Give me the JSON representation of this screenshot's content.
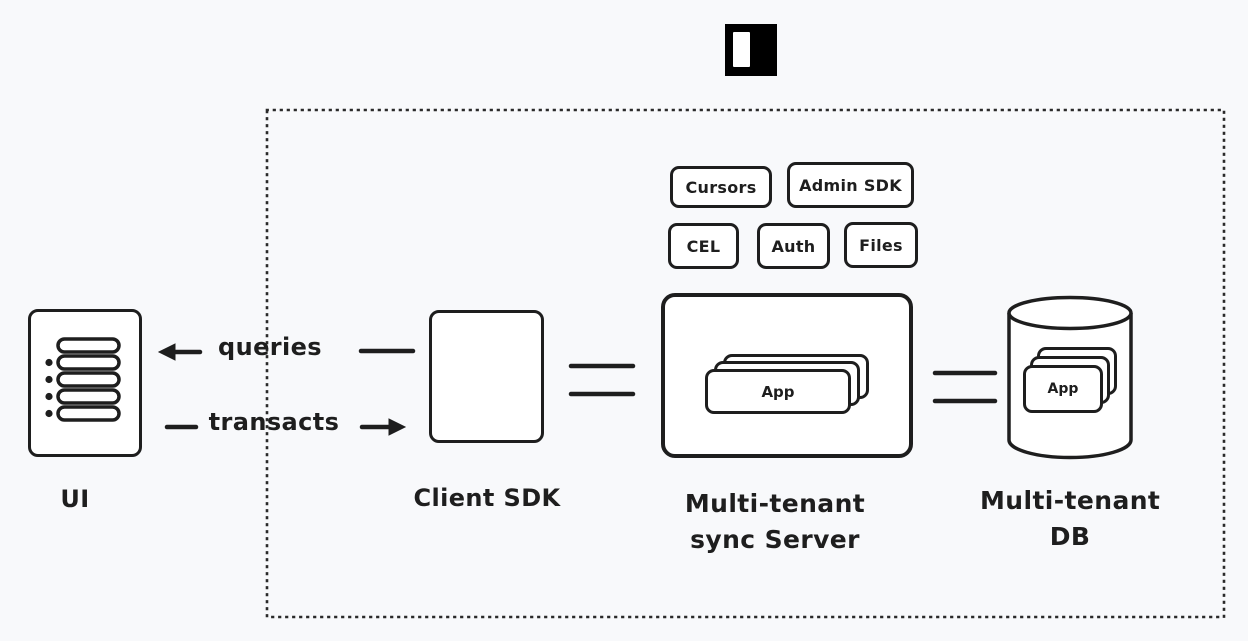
{
  "colors": {
    "background": "#f8f9fb",
    "stroke": "#1e1e1e",
    "shape_fill": "#ffffff",
    "logo_background": "#000000",
    "logo_mark": "#ffffff"
  },
  "nodes": {
    "ui": {
      "label": "UI"
    },
    "client_sdk": {
      "label": "Client SDK"
    },
    "sync_server": {
      "label_line1": "Multi-tenant",
      "label_line2": "sync Server",
      "app_card_label": "App"
    },
    "db": {
      "label_line1": "Multi-tenant",
      "label_line2": "DB",
      "app_card_label": "App"
    }
  },
  "feature_badges": [
    {
      "label": "Cursors"
    },
    {
      "label": "Admin SDK"
    },
    {
      "label": "CEL"
    },
    {
      "label": "Auth"
    },
    {
      "label": "Files"
    }
  ],
  "edges": {
    "queries_label": "queries",
    "transacts_label": "transacts"
  }
}
